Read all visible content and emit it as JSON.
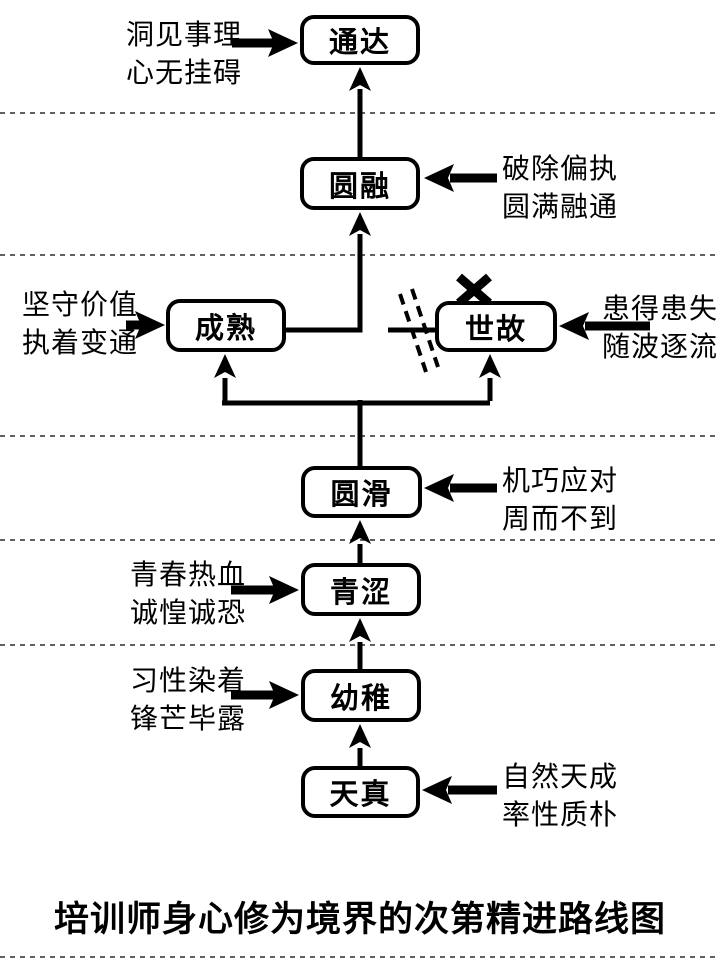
{
  "diagram": {
    "title": "培训师身心修为境界的次第精进路线图",
    "stages": [
      {
        "id": "tianzhen",
        "label": "天真",
        "note": "自然天成\n率性质朴",
        "note_side": "right"
      },
      {
        "id": "youzhi",
        "label": "幼稚",
        "note": "习性染着\n锋芒毕露",
        "note_side": "left"
      },
      {
        "id": "qingse",
        "label": "青涩",
        "note": "青春热血\n诚惶诚恐",
        "note_side": "left"
      },
      {
        "id": "yuanhua",
        "label": "圆滑",
        "note": "机巧应对\n周而不到",
        "note_side": "right"
      },
      {
        "id": "chengshu",
        "label": "成熟",
        "note": "坚守价值\n执着变通",
        "note_side": "left"
      },
      {
        "id": "shigu",
        "label": "世故",
        "note": "患得患失\n随波逐流",
        "note_side": "right",
        "blocked": true
      },
      {
        "id": "yuanrong",
        "label": "圆融",
        "note": "破除偏执\n圆满融通",
        "note_side": "right"
      },
      {
        "id": "tongda",
        "label": "通达",
        "note": "洞见事理\n心无挂碍",
        "note_side": "left"
      }
    ],
    "edges": [
      {
        "from": "天真",
        "to": "幼稚"
      },
      {
        "from": "幼稚",
        "to": "青涩"
      },
      {
        "from": "青涩",
        "to": "圆滑"
      },
      {
        "from": "圆滑",
        "to": "成熟"
      },
      {
        "from": "圆滑",
        "to": "世故"
      },
      {
        "from": "成熟",
        "to": "圆融"
      },
      {
        "from": "世故",
        "to": "圆融",
        "status": "blocked"
      },
      {
        "from": "圆融",
        "to": "通达"
      }
    ],
    "colors": {
      "line": "#000000",
      "background": "#ffffff",
      "separator": "#2b2b2b"
    }
  }
}
